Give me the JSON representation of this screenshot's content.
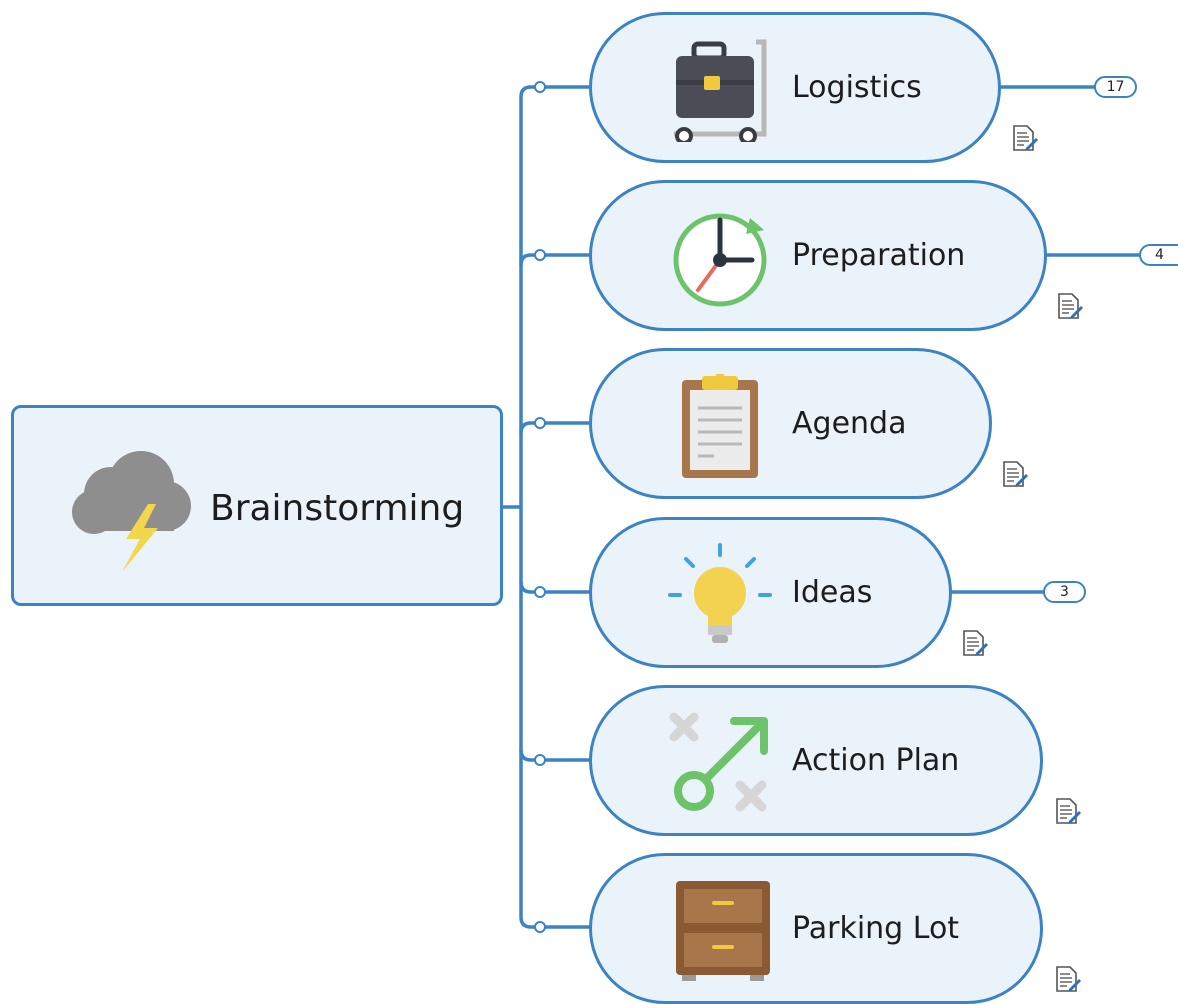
{
  "central": {
    "label": "Brainstorming",
    "icon": "thunderstorm-cloud-icon"
  },
  "topics": [
    {
      "label": "Logistics",
      "icon": "luggage-cart-icon",
      "badge": "17"
    },
    {
      "label": "Preparation",
      "icon": "clock-icon",
      "badge": "4"
    },
    {
      "label": "Agenda",
      "icon": "clipboard-icon",
      "badge": null
    },
    {
      "label": "Ideas",
      "icon": "lightbulb-icon",
      "badge": "3"
    },
    {
      "label": "Action Plan",
      "icon": "strategy-play-icon",
      "badge": null
    },
    {
      "label": "Parking Lot",
      "icon": "drawer-cabinet-icon",
      "badge": null
    }
  ],
  "colors": {
    "connector": "#3c83c4",
    "topic_fill": "#eaf2fa",
    "text": "#1d1d1d"
  }
}
